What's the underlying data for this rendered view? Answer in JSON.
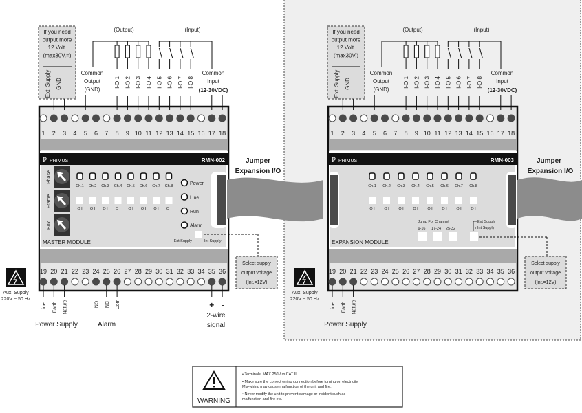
{
  "notes": {
    "ext_box": [
      "If you need",
      "output more",
      "12 Volt.",
      "(max30V.=)"
    ],
    "ext_box_right": [
      "If you need",
      "output more",
      "12 Volt.",
      "(max30V.)"
    ],
    "ext_supply": "Ext. Supply",
    "gnd": "GND",
    "output_group": "(Output)",
    "input_group": "(Input)",
    "common_output": [
      "Common",
      "Output",
      "(GND)"
    ],
    "common_input": [
      "Common",
      "Input",
      "(12-30VDC)"
    ],
    "io_labels": [
      "I-O 1",
      "I-O 2",
      "I-O 3",
      "I-O 4",
      "I-O 5",
      "I-O 6",
      "I-O 7",
      "I-O 8"
    ],
    "jumper": [
      "Jumper",
      "Expansion I/O"
    ],
    "select_supply": [
      "Select supply",
      "output voltage",
      "(Int.=12V)"
    ],
    "aux_supply": [
      "Aux. Supply",
      "220V ~ 50 Hz"
    ],
    "power_labels": [
      "Line",
      "Earth",
      "Nature"
    ],
    "power_supply": "Power Supply",
    "alarm_labels": [
      "NO",
      "NC",
      "Com"
    ],
    "alarm": "Alarm",
    "signal": [
      "+",
      "-",
      "2-wire",
      "signal"
    ]
  },
  "terminals": {
    "top": {
      "numbers": [
        1,
        2,
        3,
        4,
        5,
        6,
        7,
        8,
        9,
        10,
        11,
        12,
        13,
        14,
        15,
        16,
        17,
        18
      ],
      "filled": [
        false,
        true,
        true,
        false,
        true,
        true,
        false,
        true,
        true,
        true,
        true,
        true,
        true,
        true,
        true,
        false,
        true,
        true
      ]
    },
    "bottom_master": {
      "numbers": [
        19,
        20,
        21,
        22,
        23,
        24,
        25,
        26,
        27,
        28,
        29,
        30,
        31,
        32,
        33,
        34,
        35,
        36
      ],
      "filled": [
        true,
        true,
        true,
        false,
        false,
        true,
        true,
        true,
        false,
        false,
        false,
        false,
        false,
        false,
        false,
        false,
        true,
        true
      ]
    },
    "bottom_expansion": {
      "filled": [
        true,
        true,
        true,
        false,
        false,
        false,
        false,
        false,
        false,
        false,
        false,
        false,
        false,
        false,
        false,
        false,
        false,
        false
      ]
    }
  },
  "master": {
    "brand": "PRIMUS",
    "model": "RMN-002",
    "knobs": [
      "Phase",
      "Frame",
      "Box"
    ],
    "channels": [
      "Ch.1",
      "Ch.2",
      "Ch.3",
      "Ch.4",
      "Ch.5",
      "Ch.6",
      "Ch.7",
      "Ch.8"
    ],
    "switch_label": "O I",
    "status": [
      "Power",
      "Line",
      "Run",
      "Alarm"
    ],
    "title": "MASTER MODULE",
    "ext_supply": "Ext Supply",
    "int_supply": "Int Supply"
  },
  "expansion": {
    "brand": "PRIMUS",
    "model": "RMN-003",
    "title": "EXPANSION MODULE",
    "jump_title": "Jump For Channel",
    "jump_ranges": [
      "9-16",
      "17-24",
      "25-32"
    ],
    "ext_supply": "Ext Supply",
    "int_supply": "Int Supply"
  },
  "warning": {
    "label": "WARNING",
    "lines": [
      "• Terminals: MAX.250V ⎓  CAT II",
      "• Make sure the correct wiring connection before turning on electricity.",
      "  Mis-wiring may cause malfunction of the unit and fire.",
      "• Never modify the unit to prevent damage or incident such as",
      "  malfunction and fire etc."
    ]
  },
  "colors": {
    "dark": "#4a4a4a",
    "panel": "#dcdcdc",
    "band": "#a9a9a9",
    "cable": "#8c8c8c",
    "region": "#efefef"
  }
}
